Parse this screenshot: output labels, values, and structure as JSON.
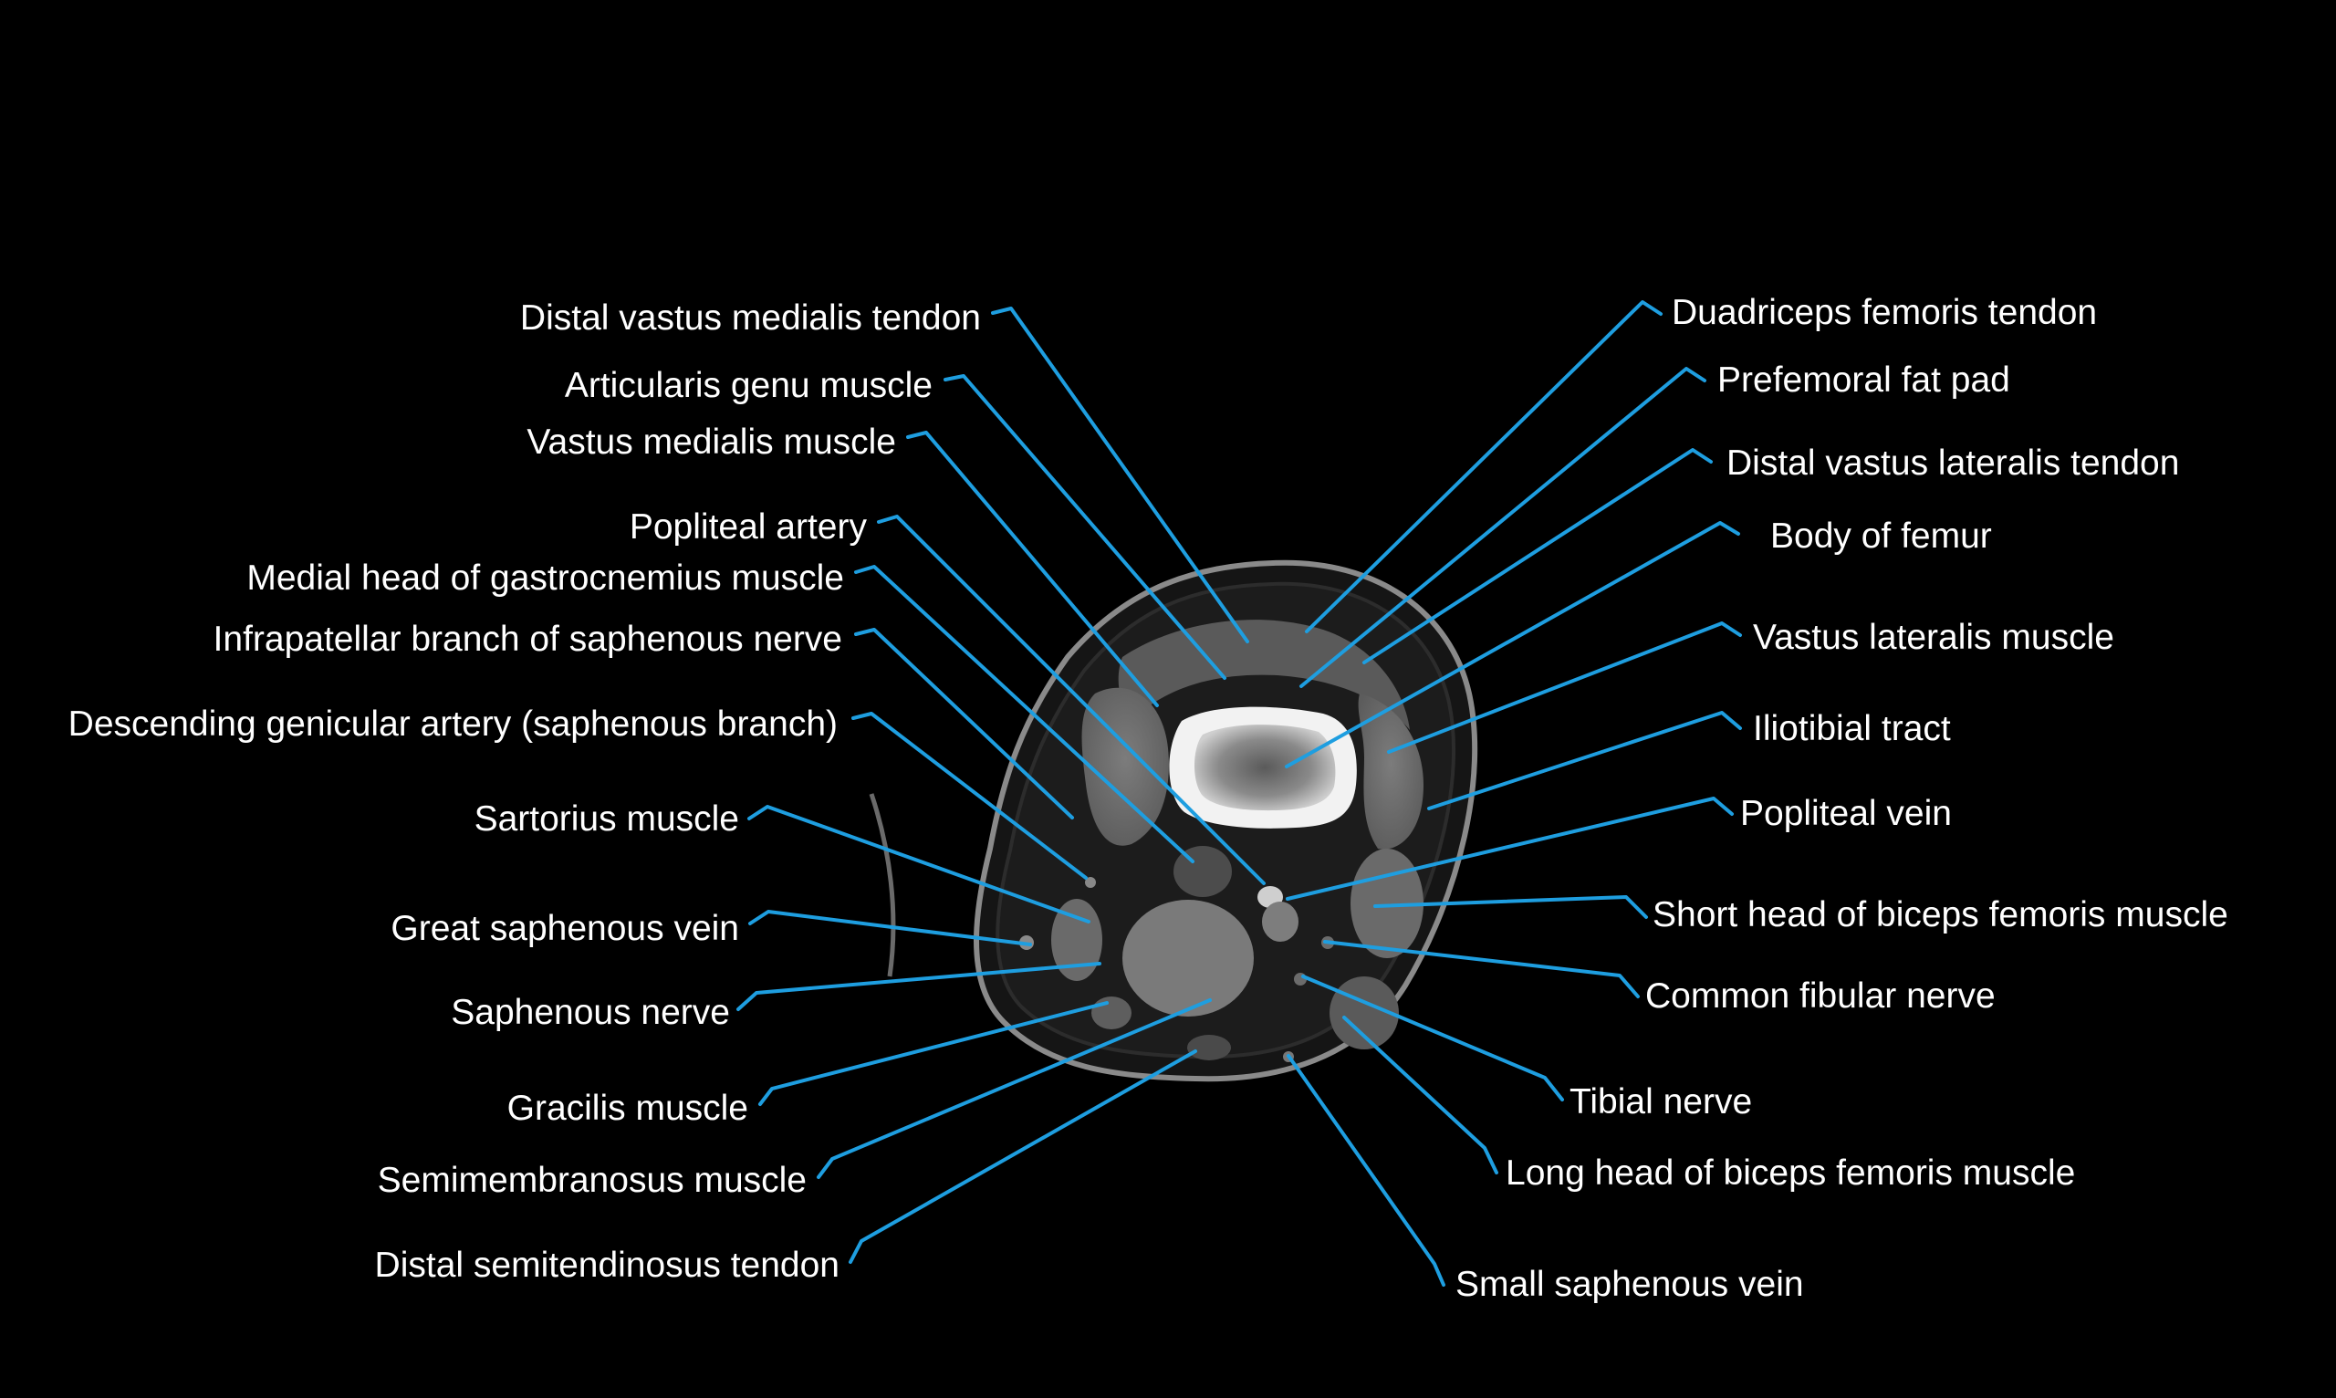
{
  "colors": {
    "background": "#000000",
    "label_text": "#ffffff",
    "leader_line": "#1e9ee0",
    "scan_bone": "#f4f4f4",
    "scan_soft_tissue": "#6e6e6e",
    "scan_fat": "#1a1a1a",
    "scan_skin": "#8a8a8a"
  },
  "image": {
    "name": "axial-ct-knee-slice",
    "modality": "CT"
  },
  "labels": {
    "left": [
      {
        "id": "distal-vastus-medialis-tendon",
        "text": "Distal vastus medialis tendon"
      },
      {
        "id": "articularis-genu-muscle",
        "text": "Articularis genu muscle"
      },
      {
        "id": "vastus-medialis-muscle",
        "text": "Vastus medialis muscle"
      },
      {
        "id": "popliteal-artery",
        "text": "Popliteal artery"
      },
      {
        "id": "medial-head-of-gastrocnemius-muscle",
        "text": "Medial head of gastrocnemius muscle"
      },
      {
        "id": "infrapatellar-branch-of-saphenous-nerve",
        "text": "Infrapatellar branch of saphenous nerve"
      },
      {
        "id": "descending-genicular-artery",
        "text": "Descending genicular artery (saphenous  branch)"
      },
      {
        "id": "sartorius-muscle",
        "text": "Sartorius muscle"
      },
      {
        "id": "great-saphenous-vein",
        "text": "Great saphenous vein"
      },
      {
        "id": "saphenous-nerve",
        "text": "Saphenous nerve"
      },
      {
        "id": "gracilis-muscle",
        "text": "Gracilis muscle"
      },
      {
        "id": "semimembranosus-muscle",
        "text": "Semimembranosus muscle"
      },
      {
        "id": "distal-semitendinosus-tendon",
        "text": "Distal semitendinosus tendon"
      }
    ],
    "right": [
      {
        "id": "duadriceps-femoris-tendon",
        "text": "Duadriceps femoris tendon"
      },
      {
        "id": "prefemoral-fat-pad",
        "text": "Prefemoral fat pad"
      },
      {
        "id": "distal-vastus-lateralis-tendon",
        "text": "Distal vastus  lateralis tendon"
      },
      {
        "id": "body-of-femur",
        "text": "Body of femur"
      },
      {
        "id": "vastus-lateralis-muscle",
        "text": "Vastus lateralis muscle"
      },
      {
        "id": "iliotibial-tract",
        "text": "Iliotibial tract"
      },
      {
        "id": "popliteal-vein",
        "text": "Popliteal vein"
      },
      {
        "id": "short-head-of-biceps-femoris-muscle",
        "text": "Short head of biceps femoris muscle"
      },
      {
        "id": "common-fibular-nerve",
        "text": "Common fibular nerve"
      },
      {
        "id": "tibial-nerve",
        "text": "Tibial nerve"
      },
      {
        "id": "long-head-of-biceps-femoris-muscle",
        "text": "Long head of biceps femoris muscle"
      },
      {
        "id": "small-saphenous-vein",
        "text": "Small saphenous vein"
      }
    ]
  }
}
